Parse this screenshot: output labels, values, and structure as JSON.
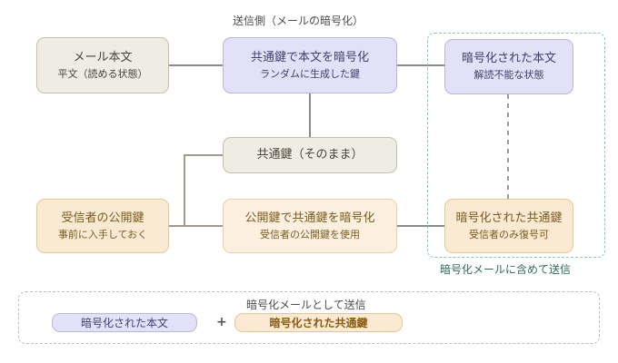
{
  "diagram": {
    "header_label": "送信側（メールの暗号化）",
    "nodes": [
      {
        "id": "mail-body",
        "title": "メール本文",
        "sub": "平文（読める状態）",
        "style": "beige"
      },
      {
        "id": "encrypt-body",
        "title": "共通鍵で本文を暗号化",
        "sub": "ランダムに生成した鍵",
        "style": "lavender"
      },
      {
        "id": "encrypted-body",
        "title": "暗号化された本文",
        "sub": "解読不能な状態",
        "style": "lavender"
      },
      {
        "id": "common-key",
        "title": "共通鍵（そのまま）",
        "sub": "",
        "style": "beige"
      },
      {
        "id": "recipient-public-key",
        "title": "受信者の公開鍵",
        "sub": "事前に入手しておく",
        "style": "peach"
      },
      {
        "id": "encrypt-common-key",
        "title": "公開鍵で共通鍵を暗号化",
        "sub": "受信者の公開鍵を使用",
        "style": "peach-light"
      },
      {
        "id": "encrypted-common-key",
        "title": "暗号化された共通鍵",
        "sub": "受信者のみ復号可",
        "style": "peach"
      }
    ],
    "group_caption": "暗号化メールに含めて送信",
    "bundle": {
      "caption": "暗号化メールとして送信",
      "part_a": "暗号化された本文",
      "operator": "+",
      "part_b": "暗号化された共通鍵"
    },
    "colors": {
      "beige_fill": "#efece4",
      "lavender_fill": "#e2e1f7",
      "peach_fill": "#fbead3",
      "peach_light_fill": "#fdf0e0",
      "connector": "#8a8a8a",
      "group_border": "#8fc4b0",
      "bundle_border": "#bdbdbd",
      "green_text": "#2f6b54"
    }
  }
}
